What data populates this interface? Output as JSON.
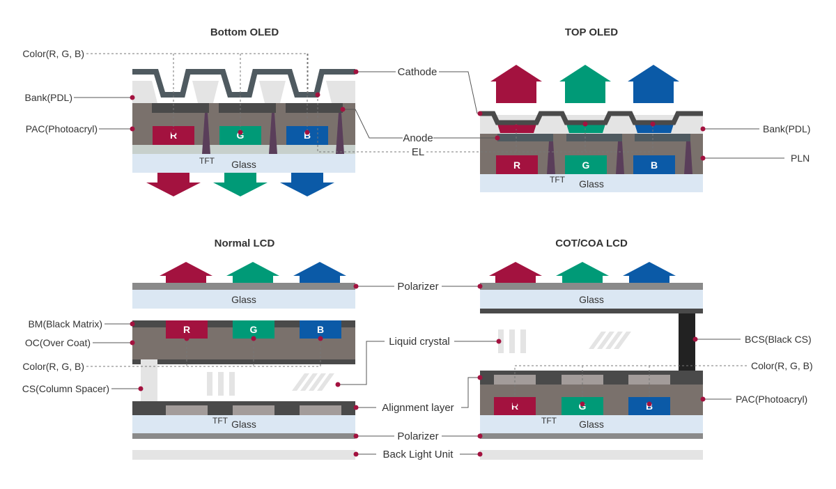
{
  "titles": {
    "bottom_oled": "Bottom OLED",
    "top_oled": "TOP OLED",
    "normal_lcd": "Normal LCD",
    "cot_lcd": "COT/COA LCD"
  },
  "labels": {
    "color_rgb": "Color(R, G, B)",
    "bank_pdl": "Bank(PDL)",
    "pac": "PAC(Photoacryl)",
    "cathode": "Cathode",
    "anode": "Anode",
    "el": "EL",
    "pln": "PLN",
    "bm": "BM(Black Matrix)",
    "oc": "OC(Over Coat)",
    "cs": "CS(Column Spacer)",
    "polarizer": "Polarizer",
    "liquid_crystal": "Liquid crystal",
    "alignment_layer": "Alignment layer",
    "back_light_unit": "Back Light Unit",
    "bcs": "BCS(Black CS)"
  },
  "inline": {
    "glass": "Glass",
    "tft": "TFT",
    "r": "R",
    "g": "G",
    "b": "B"
  },
  "colors": {
    "red": "#a3123f",
    "green": "#009a77",
    "blue": "#0b5aa7",
    "layer_brown": "#7a716c",
    "dark": "#4a4a4a",
    "cathode": "#4f5a60",
    "glass": "#dbe7f3",
    "bank": "#e4e4e4",
    "pad": "#a39c9a",
    "tft": "#5a3e5a"
  }
}
